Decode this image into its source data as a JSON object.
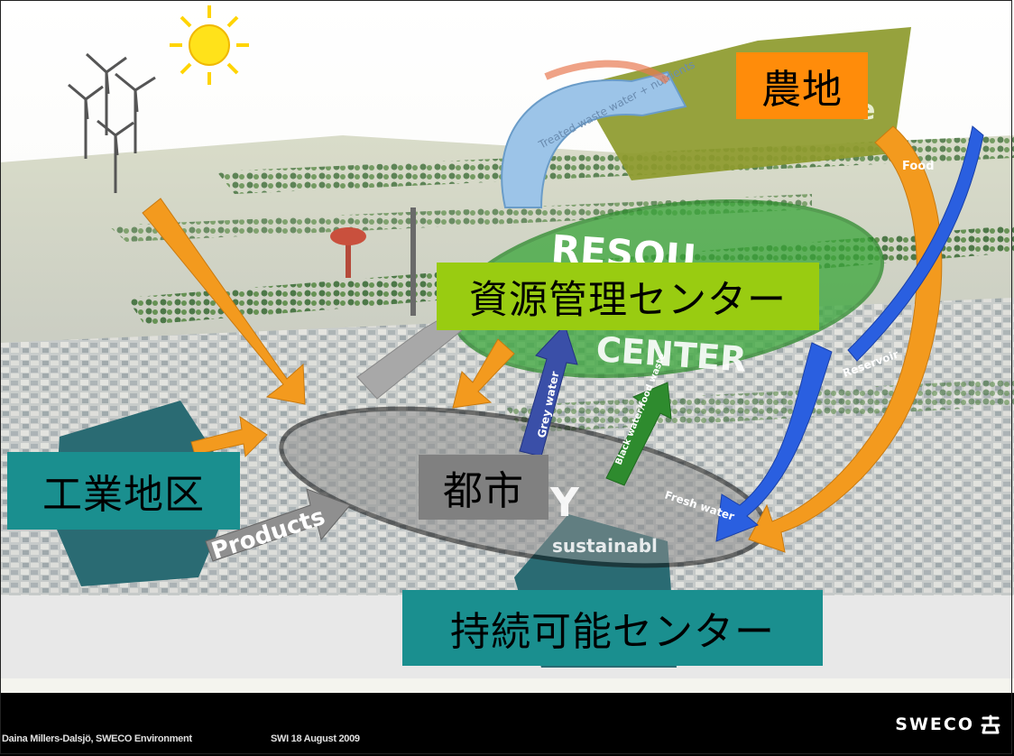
{
  "labels": {
    "farmland": "農地",
    "resource_center": "資源管理センター",
    "industrial_zone": "工業地区",
    "city": "都市",
    "sustainability_center": "持続可能センター"
  },
  "illustration": {
    "resource_sign": [
      "RESOU",
      "CENTER"
    ],
    "arrows": {
      "products": "Products",
      "grey_water": "Grey water",
      "black_water": "Black water/food waste",
      "fresh_water": "Fresh water",
      "food": "Food",
      "reservoir": "Reservoir",
      "fertilizer": "Treated waste water + nutrients"
    },
    "sustain_sign": "sustainabl",
    "farm_sign": "e",
    "city_sign": "Y"
  },
  "footer": {
    "author": "Daina Millers-Dalsjö, SWECO Environment",
    "date": "SWI 18 August 2009",
    "logo": "SWECO"
  },
  "colors": {
    "farmland_label": "#ff8c0a",
    "resource_label": "#99cc11",
    "teal_label": "#1a8f8f",
    "city_label": "#808080",
    "orange_arrow": "#f39a1e",
    "blue_arrow": "#2a5fe0",
    "green_arrow": "#2e8b2e"
  }
}
